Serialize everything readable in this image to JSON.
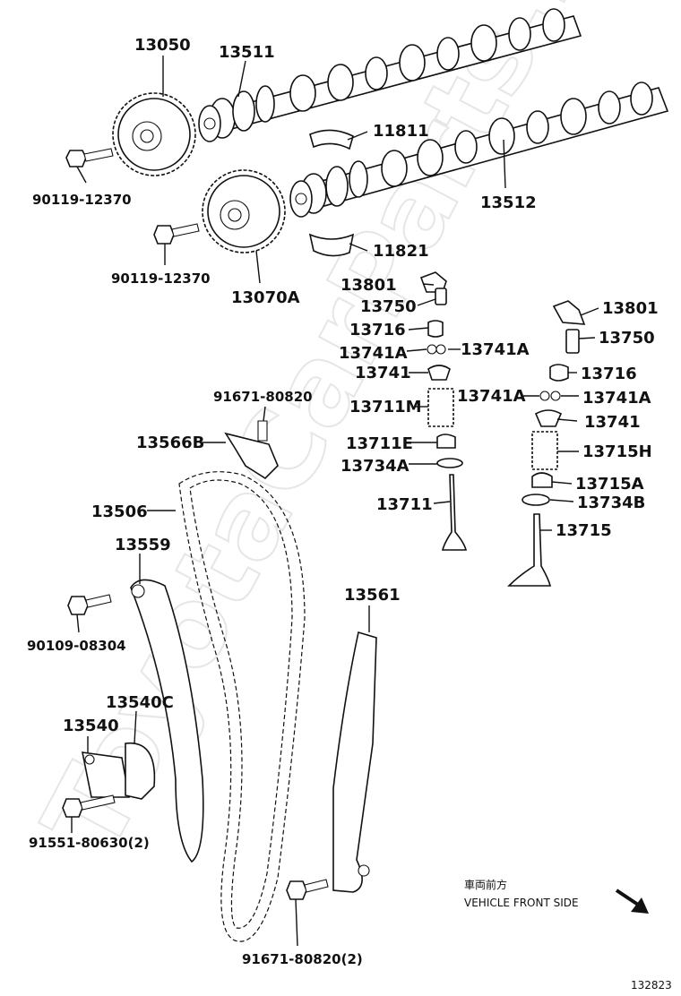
{
  "watermark": "ToyotaCarParts.ru",
  "figure_code": "132823",
  "direction_note": {
    "jp": "車両前方",
    "en": "VEHICLE FRONT SIDE"
  },
  "parts": {
    "p13050": "13050",
    "p13511": "13511",
    "p11811": "11811",
    "p13512": "13512",
    "p11821": "11821",
    "p13070a": "13070A",
    "bolt_a": "90119-12370",
    "bolt_b": "90119-12370",
    "p13801_l": "13801",
    "p13750_l": "13750",
    "p13716_l": "13716",
    "p13741a_l1": "13741A",
    "p13741a_l2": "13741A",
    "p13741_l": "13741",
    "p13711m": "13711M",
    "p13711e": "13711E",
    "p13734a": "13734A",
    "p13711": "13711",
    "p13801_r": "13801",
    "p13750_r": "13750",
    "p13716_r": "13716",
    "p13741a_r1": "13741A",
    "p13741a_r2": "13741A",
    "p13741_r": "13741",
    "p13715h": "13715H",
    "p13715a": "13715A",
    "p13734b": "13734B",
    "p13715": "13715",
    "bolt_c": "91671-80820",
    "p13566b": "13566B",
    "p13506": "13506",
    "p13559": "13559",
    "bolt_d": "90109-08304",
    "p13540c": "13540C",
    "p13540": "13540",
    "bolt_e": "91551-80630(2)",
    "p13561": "13561",
    "bolt_f": "91671-80820(2)"
  }
}
